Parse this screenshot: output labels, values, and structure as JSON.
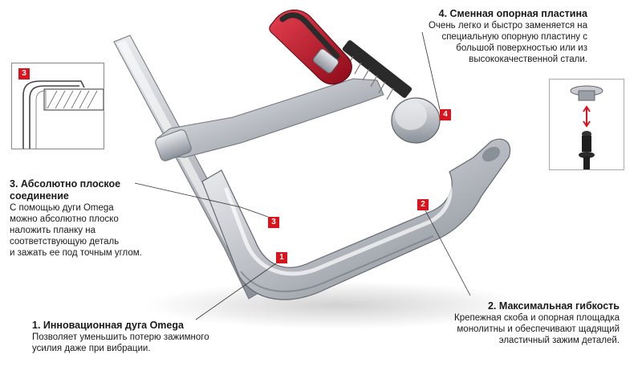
{
  "callouts": {
    "c4": {
      "badge": "4",
      "title": "4. Сменная опорная пластина",
      "desc": "Очень легко и быстро заменяется на\nспециальную опорную пластину с\nбольшой поверхностью или из\nвысококачественной стали."
    },
    "c3": {
      "badge": "3",
      "title": "3. Абсолютно плоское\nсоединение",
      "desc": "С помощью дуги Omega\nможно абсолютно плоско\nналожить планку на\nсоответствующую деталь\nи зажать ее под точным углом."
    },
    "c1": {
      "badge": "1",
      "title": "1. Инновационная дуга Omega",
      "desc": "Позволяет уменьшить потерю зажимного\nусилия даже при вибрации."
    },
    "c2": {
      "badge": "2",
      "title": "2. Максимальная гибкость",
      "desc": "Крепежная скоба и опорная площадка\nмонолитны и обеспечивают щадящий\nэластичный зажим деталей."
    }
  },
  "inset": {
    "badge": "3"
  },
  "colors": {
    "accent": "#d9141c",
    "handle": "#c8102e",
    "steel": "#b8bcc2"
  }
}
